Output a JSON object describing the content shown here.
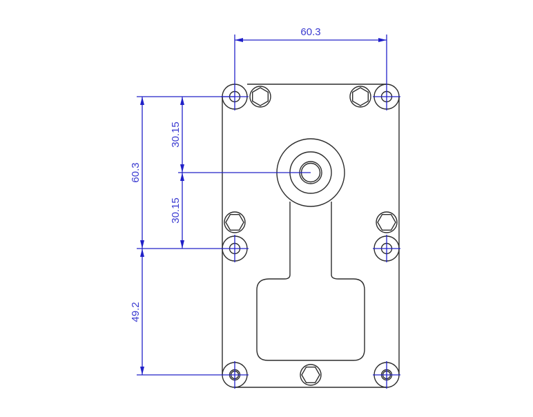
{
  "drawing": {
    "type": "technical-drawing",
    "subject": "gear motor mounting plate (front view)",
    "colors": {
      "outline": "#2b2b2b",
      "dimension": "#2020c8",
      "background": "#ffffff"
    }
  },
  "dimensions": {
    "top_width": {
      "label": "60.3",
      "orientation": "horizontal"
    },
    "left_height_total": {
      "label": "60.3",
      "orientation": "vertical"
    },
    "upper_half": {
      "label": "30.15",
      "orientation": "vertical"
    },
    "lower_half": {
      "label": "30.15",
      "orientation": "vertical"
    },
    "bottom_offset": {
      "label": "49.2",
      "orientation": "vertical"
    }
  },
  "features": {
    "mounting_holes": 6,
    "hex_bolts": 5,
    "shaft": "central output shaft with collar",
    "pocket": "T-shaped recess"
  }
}
